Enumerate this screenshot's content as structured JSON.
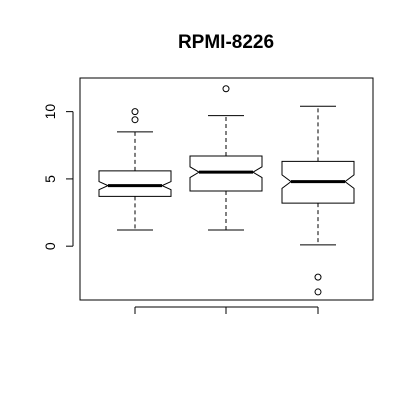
{
  "chart_data": {
    "type": "boxplot",
    "title": "RPMI-8226",
    "xlabel": "",
    "ylabel": "",
    "notched": true,
    "ylim": [
      -4,
      12.5
    ],
    "yticks": [
      0,
      5,
      10
    ],
    "xtick_labels": [
      "",
      "",
      ""
    ],
    "grid": false,
    "series": [
      {
        "whisker_low": 1.2,
        "q1": 3.7,
        "notch_low": 4.2,
        "median": 4.5,
        "notch_high": 4.8,
        "q3": 5.6,
        "whisker_high": 8.5,
        "outliers": [
          9.4,
          10.0
        ]
      },
      {
        "whisker_low": 1.2,
        "q1": 4.1,
        "notch_low": 5.1,
        "median": 5.5,
        "notch_high": 5.9,
        "q3": 6.7,
        "whisker_high": 9.7,
        "outliers": [
          11.7
        ]
      },
      {
        "whisker_low": 0.1,
        "q1": 3.2,
        "notch_low": 4.3,
        "median": 4.8,
        "notch_high": 5.3,
        "q3": 6.3,
        "whisker_high": 10.4,
        "outliers": [
          -2.3,
          -3.4
        ]
      }
    ]
  }
}
